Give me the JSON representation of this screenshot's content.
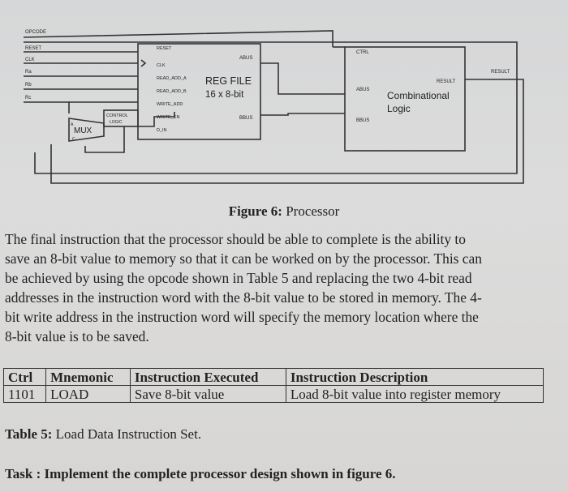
{
  "diagram": {
    "labels": {
      "opcode": "OPCODE",
      "reset": "RESET",
      "clk": "CLK",
      "ra": "Ra",
      "rb": "Rb",
      "rc": "Rc"
    },
    "regfile": {
      "title": "REG FILE",
      "size": "16 x 8-bit",
      "pins": [
        "RESET",
        "CLK",
        "READ_ADD_A",
        "READ_ADD_B",
        "WRITE_ADD",
        "WRITE_EN",
        "D_IN"
      ],
      "abus": "ABUS",
      "bbus": "BBUS"
    },
    "comb": {
      "title1": "Combinational",
      "title2": "Logic",
      "ctrl": "CTRL",
      "abus": "ABUS",
      "bbus": "BBUS",
      "result": "RESULT"
    },
    "result_out": "RESULT",
    "control": {
      "l1": "CONTROL",
      "l2": "LOGIC"
    },
    "mux": {
      "label": "MUX",
      "a": "A",
      "c": "C"
    }
  },
  "figure": {
    "number": "Figure 6:",
    "title": "Processor"
  },
  "paragraph": [
    "The final instruction that the processor should be able to complete is the ability to",
    "save an 8-bit value to memory so that it can be worked on by the processor. This can",
    "be achieved by using the opcode shown in Table 5 and replacing the two 4-bit read",
    "addresses in the instruction word with the 8-bit value to be stored in memory. The 4-",
    "bit write address in the instruction word will specify the memory location where the",
    "8-bit value is to be saved."
  ],
  "table": {
    "headers": [
      "Ctrl",
      "Mnemonic",
      "Instruction Executed",
      "Instruction Description"
    ],
    "rows": [
      [
        "1101",
        "LOAD",
        "Save 8-bit value",
        "Load 8-bit value into register memory"
      ]
    ],
    "caption_number": "Table 5:",
    "caption_title": "Load Data Instruction Set."
  },
  "task": "Task : Implement the complete processor design shown in figure 6."
}
